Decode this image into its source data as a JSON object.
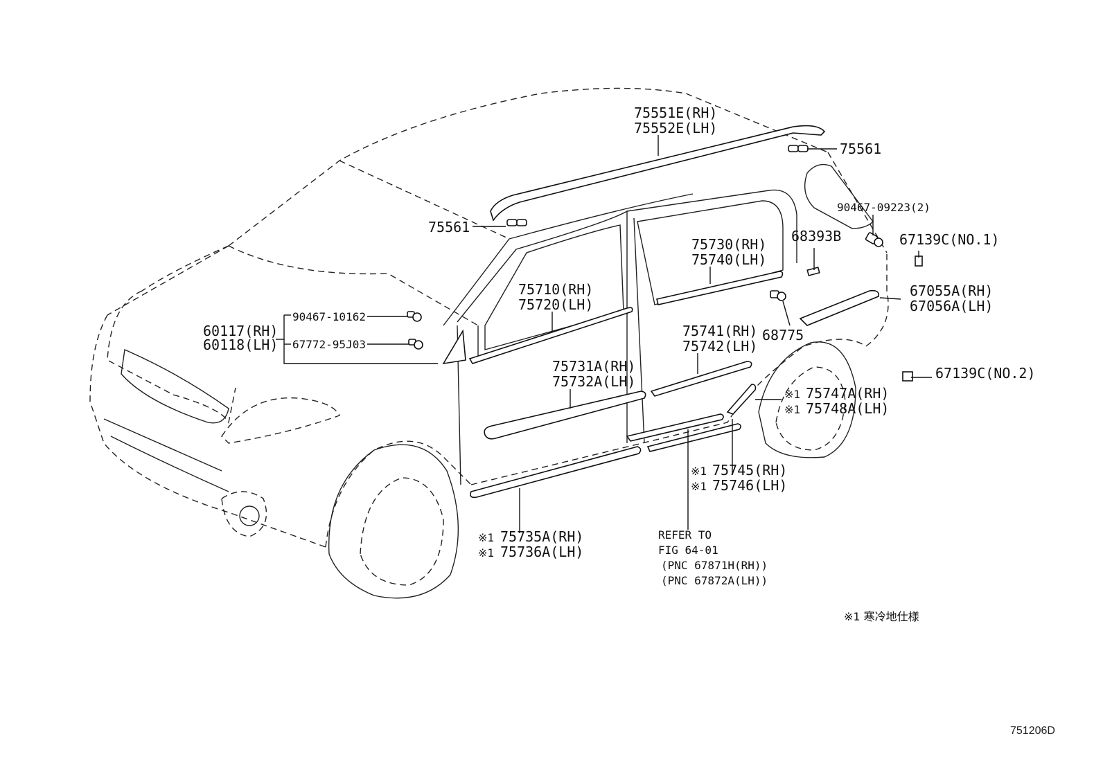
{
  "diagram_id": "751206D",
  "footnote": "※1 寒冷地仕様",
  "labels": {
    "roof_rh": "75551E(RH)",
    "roof_lh": "75552E(LH)",
    "clip_rear": "75561",
    "clip_front": "75561",
    "bolt_rear": "90467-09223(2)",
    "clip_67139_1": "67139C(NO.1)",
    "clip_67139_2": "67139C(NO.2)",
    "backdoor_rh": "67055A(RH)",
    "backdoor_lh": "67056A(LH)",
    "part_68393": "68393B",
    "part_68775": "68775",
    "rear_belt_rh": "75730(RH)",
    "rear_belt_lh": "75740(LH)",
    "front_belt_rh": "75710(RH)",
    "front_belt_lh": "75720(LH)",
    "rear_side_rh": "75741(RH)",
    "rear_side_lh": "75742(LH)",
    "front_side_rh": "75731A(RH)",
    "front_side_lh": "75732A(LH)",
    "fender_rh": "75747A(RH)",
    "fender_lh": "75748A(LH)",
    "rocker_rear_rh": "75745(RH)",
    "rocker_rear_lh": "75746(LH)",
    "rocker_front_rh": "75735A(RH)",
    "rocker_front_lh": "75736A(LH)",
    "mirror_rh": "60117(RH)",
    "mirror_lh": "60118(LH)",
    "mirror_clip_a": "90467-10162",
    "mirror_clip_b": "67772-95J03",
    "refer_1": "REFER TO",
    "refer_2": "FIG 64-01",
    "refer_3": "(PNC 67871H(RH))",
    "refer_4": "(PNC 67872A(LH))",
    "cold_mark": "※1"
  }
}
